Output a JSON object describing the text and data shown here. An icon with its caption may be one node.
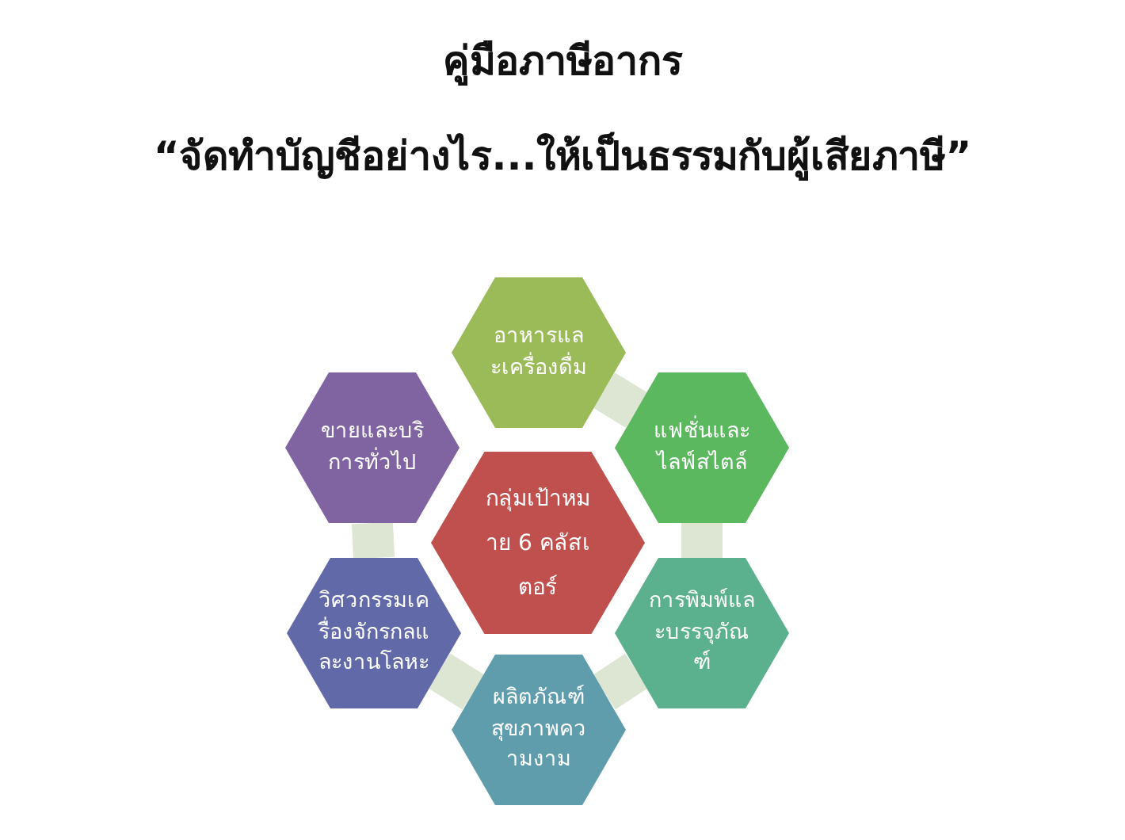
{
  "diagram": {
    "title": "คู่มือภาษีอากร",
    "nodes": [
      {
        "text": [
          "กลุ่มเป้าหมาย 6 คลัสเตอร์"
        ]
      },
      {
        "text": [
          "อาหารและเครื่องดื่ม"
        ]
      },
      {
        "text": [
          "แฟชั่นและไลฟ์สไตล์"
        ]
      },
      {
        "text": [
          "การพิมพ์และบรรจุภัณฑ์"
        ]
      },
      {
        "text": [
          "ผลิตภัณฑ์สุขภาพความงาม"
        ]
      },
      {
        "text": [
          "วิศวกรรมเครื่องจักรกลและงานโลหะ"
        ]
      },
      {
        "text": [
          "ขายและบริการทั่วไป"
        ]
      }
    ],
    "edges": [
      {
        "from": 1,
        "to": 2,
        "arrow": "none"
      },
      {
        "from": 2,
        "to": 3,
        "arrow": "none"
      },
      {
        "from": 3,
        "to": 4,
        "arrow": "none"
      },
      {
        "from": 4,
        "to": 5,
        "arrow": "none"
      },
      {
        "from": 5,
        "to": 6,
        "arrow": "none"
      }
    ],
    "labels": [
      "“จัดทำบัญชีอย่างไร...ให้เป็นธรรมกับผู้เสียภาษี”"
    ]
  }
}
